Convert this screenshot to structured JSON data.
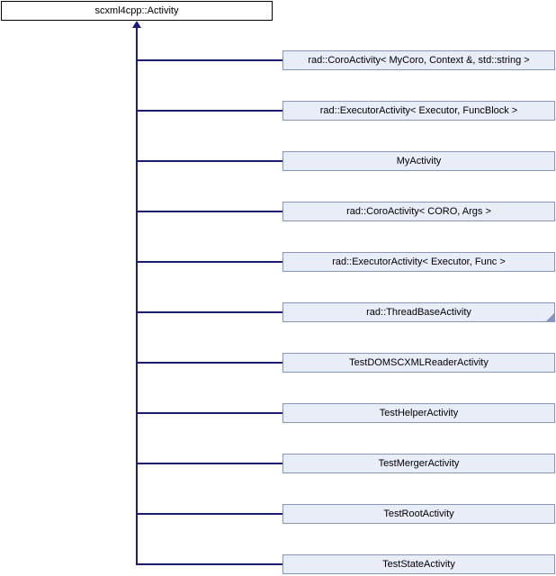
{
  "diagram": {
    "root": {
      "label": "scxml4cpp::Activity"
    },
    "children": [
      {
        "label": "rad::CoroActivity< MyCoro, Context &, std::string >"
      },
      {
        "label": "rad::ExecutorActivity< Executor, FuncBlock >"
      },
      {
        "label": "MyActivity"
      },
      {
        "label": "rad::CoroActivity< CORO, Args >"
      },
      {
        "label": "rad::ExecutorActivity< Executor, Func >"
      },
      {
        "label": "rad::ThreadBaseActivity",
        "truncated": true
      },
      {
        "label": "TestDOMSCXMLReaderActivity"
      },
      {
        "label": "TestHelperActivity"
      },
      {
        "label": "TestMergerActivity"
      },
      {
        "label": "TestRootActivity"
      },
      {
        "label": "TestStateActivity"
      }
    ],
    "colors": {
      "root_fill": "#ffffff",
      "root_border": "#000000",
      "node_fill": "#e8edf7",
      "node_border": "#8595c6",
      "edge": "#191989",
      "text": "#000000"
    }
  }
}
